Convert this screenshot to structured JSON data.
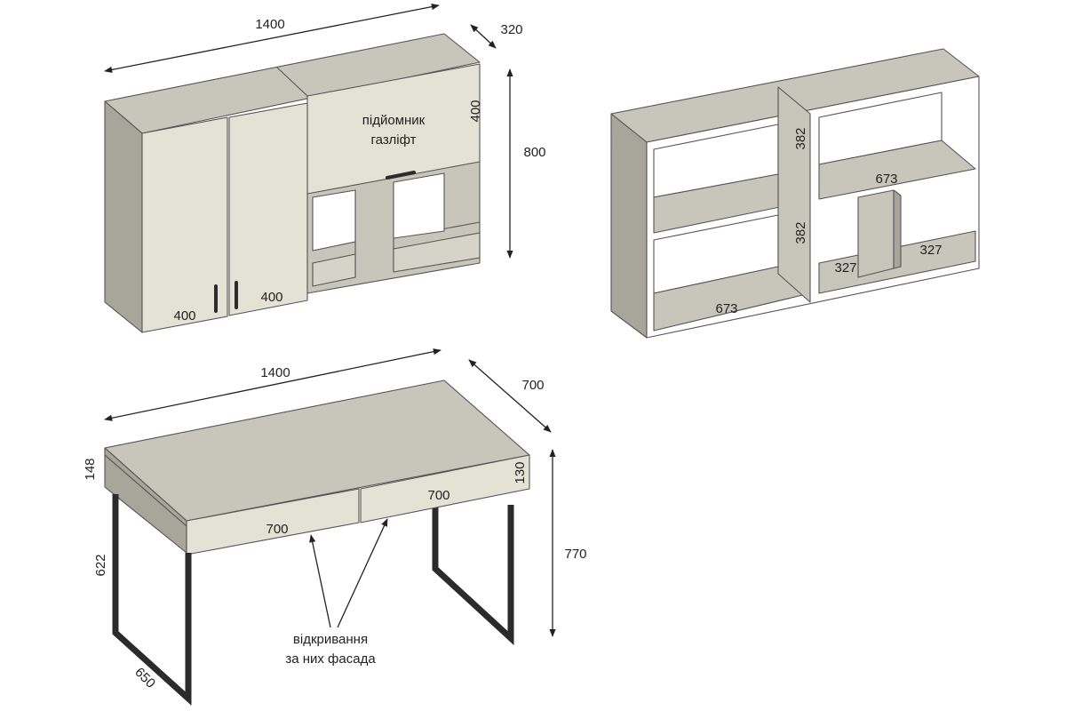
{
  "colors": {
    "panel": "#c8c5bb",
    "panel_dark": "#a8a59b",
    "front": "#e4e1d5",
    "edge": "#555555",
    "metal": "#2b2b2b"
  },
  "wall_cabinet": {
    "width": "1400",
    "depth": "320",
    "height": "800",
    "lift_door_height": "400",
    "lift_label_line1": "підйомник",
    "lift_label_line2": "газліфт",
    "left_door_width": "400",
    "right_door_width": "400"
  },
  "open_shelf": {
    "upper_left_height": "382",
    "lower_left_height": "382",
    "upper_right_width": "673",
    "lower_left_width": "673",
    "bottom_middle_width": "327",
    "bottom_right_width": "327"
  },
  "desk": {
    "width": "1400",
    "depth": "700",
    "height": "770",
    "top_height": "148",
    "drawer_height": "130",
    "leg_height": "622",
    "leg_depth": "650",
    "left_drawer_width": "700",
    "right_drawer_width": "700",
    "note_line1": "відкривання",
    "note_line2": "за них фасада"
  }
}
